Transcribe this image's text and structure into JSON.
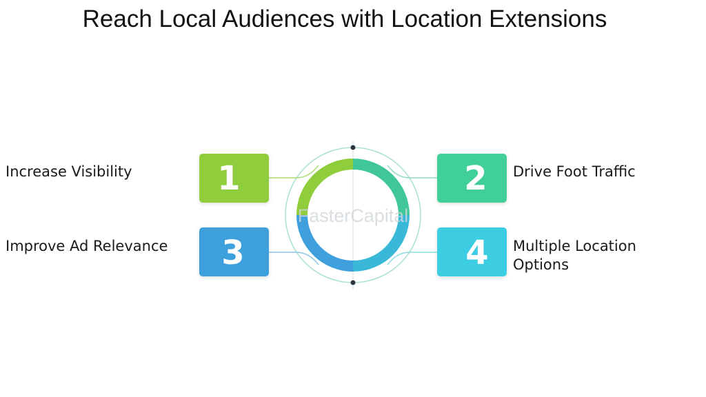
{
  "title": "Reach Local Audiences with Location Extensions",
  "watermark": "FasterCapital",
  "steps": [
    {
      "number": "1",
      "label": "Increase Visibility",
      "color": "#8fcd3c"
    },
    {
      "number": "2",
      "label": "Drive Foot Traffic",
      "color": "#3fcf98"
    },
    {
      "number": "3",
      "label": "Improve Ad Relevance",
      "color": "#3e9fdc"
    },
    {
      "number": "4",
      "label": "Multiple Location Options",
      "color": "#3ccde3"
    }
  ],
  "colors": {
    "ring_top_left": "#8fcd3c",
    "ring_top_right": "#3fc79a",
    "ring_bottom_left": "#3e9fdc",
    "ring_bottom_right": "#3ab8d8",
    "connector": "#9adbc8",
    "dot": "#2d3440"
  }
}
